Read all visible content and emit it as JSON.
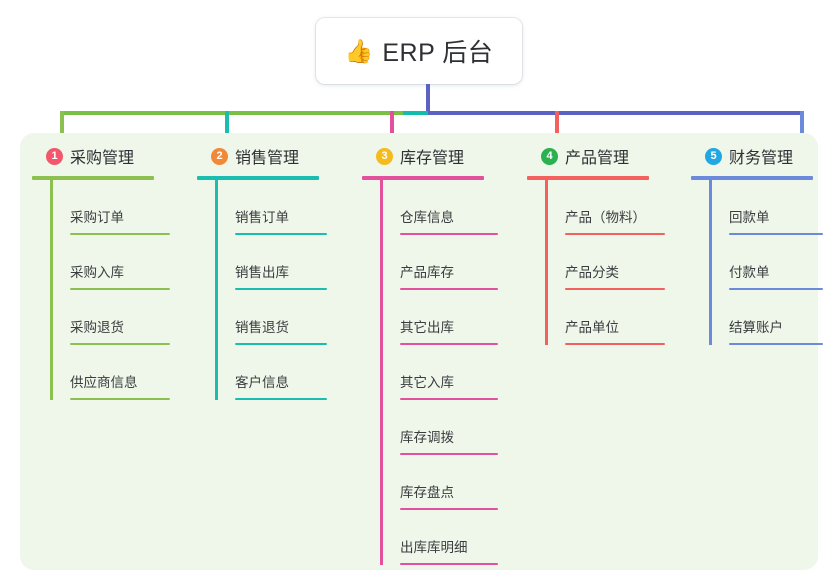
{
  "root": {
    "icon": "thumbs-up-icon",
    "emoji": "👍",
    "title": "ERP 后台"
  },
  "theme": {
    "panel_bg": "#eef7e9",
    "page_bg": "#ffffff",
    "root_line": "#5b62c4"
  },
  "connectors": [
    {
      "name": "segment-green",
      "color": "#7ac143"
    },
    {
      "name": "segment-teal",
      "color": "#12bdae"
    },
    {
      "name": "segment-purple",
      "color": "#5b62c4"
    }
  ],
  "columns": [
    {
      "number": "1",
      "title": "采购管理",
      "badge_color": "#f4566b",
      "line_color": "#8cc152",
      "items": [
        "采购订单",
        "采购入库",
        "采购退货",
        "供应商信息"
      ]
    },
    {
      "number": "2",
      "title": "销售管理",
      "badge_color": "#f08a38",
      "line_color": "#1abdb0",
      "items": [
        "销售订单",
        "销售出库",
        "销售退货",
        "客户信息"
      ]
    },
    {
      "number": "3",
      "title": "库存管理",
      "badge_color": "#f5bb1d",
      "line_color": "#e2509e",
      "items": [
        "仓库信息",
        "产品库存",
        "其它出库",
        "其它入库",
        "库存调拨",
        "库存盘点",
        "出库库明细"
      ]
    },
    {
      "number": "4",
      "title": "产品管理",
      "badge_color": "#2bb14f",
      "line_color": "#f4605e",
      "items": [
        "产品（物料）",
        "产品分类",
        "产品单位"
      ]
    },
    {
      "number": "5",
      "title": "财务管理",
      "badge_color": "#23a7e0",
      "line_color": "#6b8adc",
      "items": [
        "回款单",
        "付款单",
        "结算账户"
      ]
    }
  ]
}
